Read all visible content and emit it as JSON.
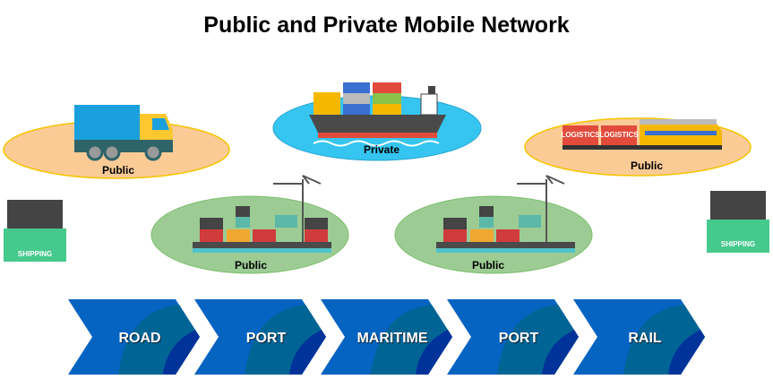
{
  "title": "Public and Private Mobile Network",
  "nodes": [
    {
      "label": "Public",
      "icon": "truck-icon"
    },
    {
      "label": "Private",
      "icon": "cargo-ship-icon"
    },
    {
      "label": "Public",
      "icon": "freight-train-icon"
    },
    {
      "label": "Public",
      "icon": "port-crane-icon"
    },
    {
      "label": "Public",
      "icon": "port-crane-icon"
    }
  ],
  "train_labels": [
    "LOGISTICS",
    "LOGISTICS"
  ],
  "shipping_label": "SHIPPING",
  "stages": [
    "ROAD",
    "PORT",
    "MARITIME",
    "PORT",
    "RAIL"
  ],
  "colors": {
    "chevron": "#0563c1",
    "chevron_mid": "#006595",
    "chevron_dark": "#003399",
    "public_orange": "#fbcb96",
    "public_green": "#9ccc94",
    "private_blue": "#35c5f0"
  }
}
